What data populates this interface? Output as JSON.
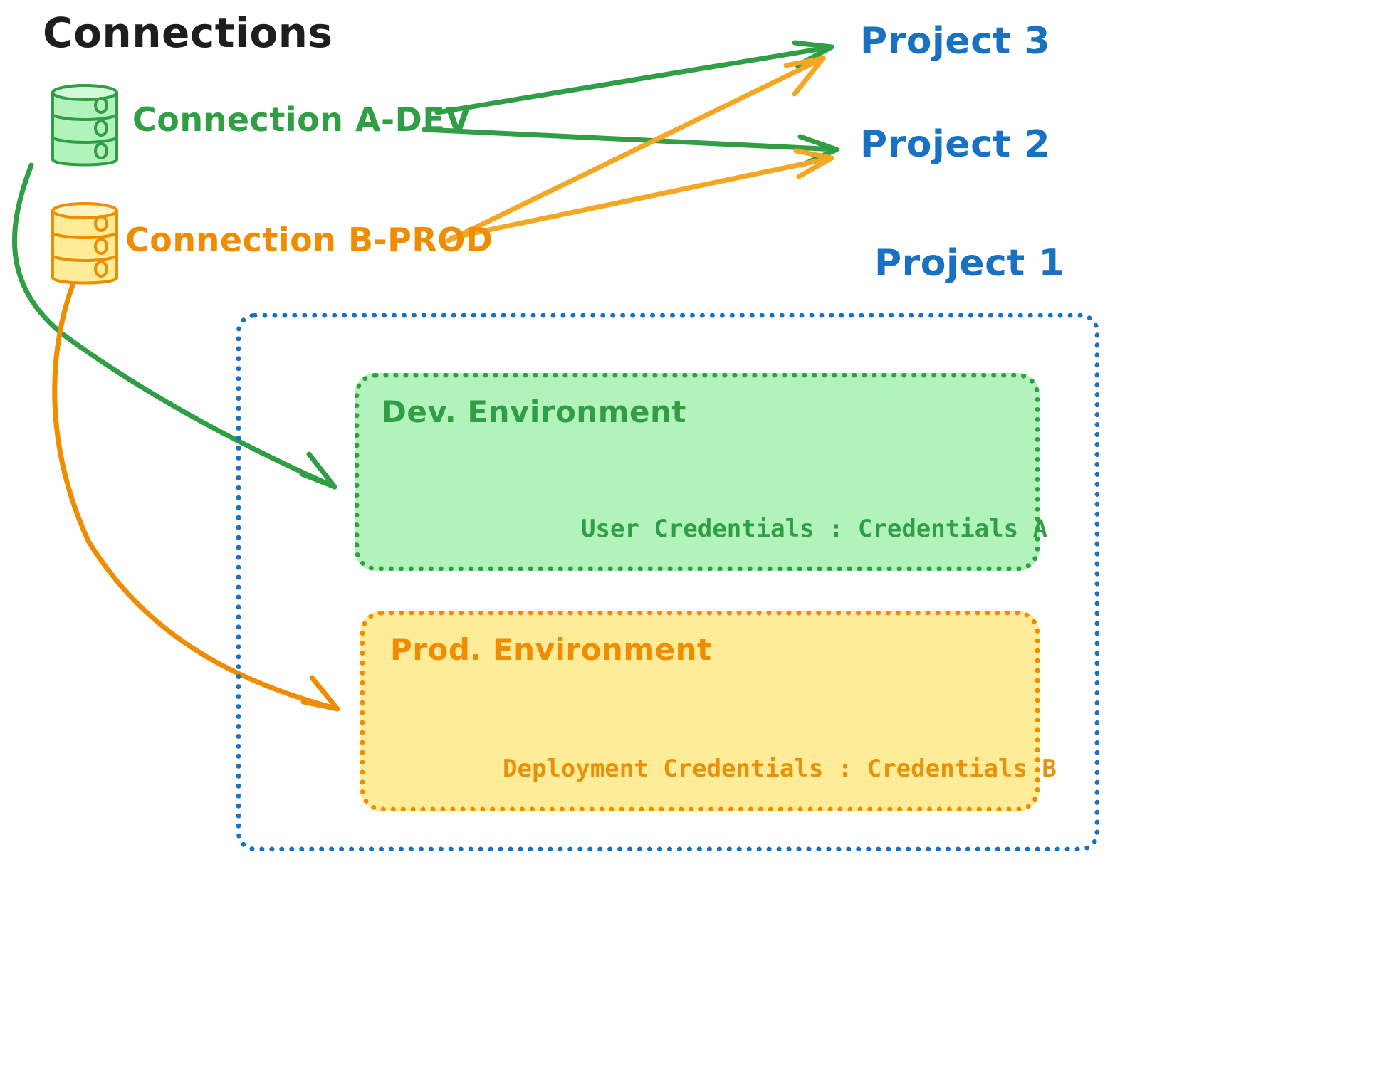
{
  "title": "Connections",
  "colors": {
    "dev_green": "#2f9e44",
    "prod_orange": "#f08c00",
    "project_blue": "#1971c2",
    "dev_fill": "#b2f2bb",
    "prod_fill": "#ffec99",
    "title_black": "#1e1e1e"
  },
  "connections": [
    {
      "id": "a",
      "label": "Connection A-DEV",
      "icon": "database-icon",
      "color": "#2f9e44"
    },
    {
      "id": "b",
      "label": "Connection B-PROD",
      "icon": "database-icon",
      "color": "#f08c00"
    }
  ],
  "projects": [
    {
      "id": "p3",
      "label": "Project 3"
    },
    {
      "id": "p2",
      "label": "Project 2"
    },
    {
      "id": "p1",
      "label": "Project 1"
    }
  ],
  "project_1": {
    "label": "Project 1",
    "environments": [
      {
        "id": "dev",
        "title": "Dev. Environment",
        "credentials": "User Credentials : Credentials A",
        "color": "#2f9e44",
        "fill": "#b2f2bb"
      },
      {
        "id": "prod",
        "title": "Prod. Environment",
        "credentials": "Deployment Credentials : Credentials B",
        "color": "#f08c00",
        "fill": "#ffec99"
      }
    ]
  },
  "edges": [
    {
      "from": "Connection A-DEV",
      "to": "Project 3",
      "color": "#2f9e44"
    },
    {
      "from": "Connection A-DEV",
      "to": "Project 2",
      "color": "#2f9e44"
    },
    {
      "from": "Connection A-DEV",
      "to": "Dev. Environment",
      "color": "#2f9e44"
    },
    {
      "from": "Connection B-PROD",
      "to": "Project 3",
      "color": "#f5a623"
    },
    {
      "from": "Connection B-PROD",
      "to": "Project 2",
      "color": "#f5a623"
    },
    {
      "from": "Connection B-PROD",
      "to": "Prod. Environment",
      "color": "#f08c00"
    }
  ]
}
